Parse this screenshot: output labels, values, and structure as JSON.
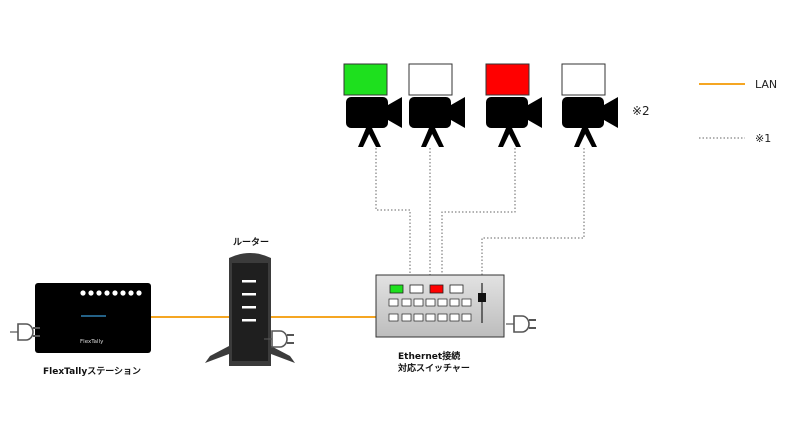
{
  "legend": {
    "lan_label": "LAN",
    "dotted_label": "※1",
    "lan_color": "#f5a623",
    "dotted_color": "#666666"
  },
  "camera_note": "※2",
  "cameras": [
    {
      "name": "camera-1",
      "tally": "#1ee01e"
    },
    {
      "name": "camera-2",
      "tally": "#ffffff"
    },
    {
      "name": "camera-3",
      "tally": "#ff0000"
    },
    {
      "name": "camera-4",
      "tally": "#ffffff"
    }
  ],
  "station": {
    "screen_text": "FlexTally",
    "caption": "FlexTallyステーション"
  },
  "router": {
    "caption": "ルーター"
  },
  "switcher": {
    "caption_line1": "Ethernet接続",
    "caption_line2": "対応スイッチャー",
    "top_buttons": [
      "#1ee01e",
      "#ffffff",
      "#ff0000",
      "#ffffff"
    ]
  }
}
